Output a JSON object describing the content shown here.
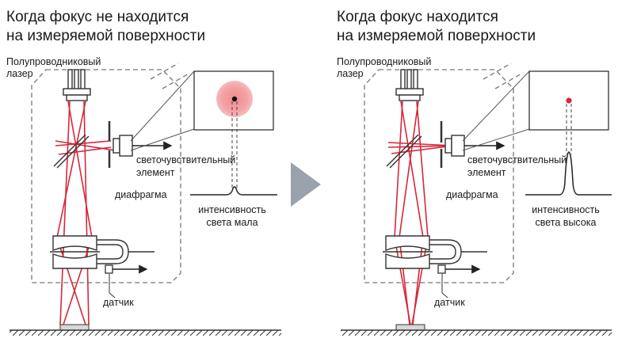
{
  "left_panel": {
    "title_line1": "Когда фокус не находится",
    "title_line2": "на измеряемой поверхности",
    "laser_line1": "Полупроводниковый",
    "laser_line2": "лазер",
    "element_line1": "светочувствительный",
    "element_line2": "элемент",
    "diaphragm": "диафрагма",
    "intensity_line1": "интенсивность",
    "intensity_line2": "света мала",
    "sensor": "датчик"
  },
  "right_panel": {
    "title_line1": "Когда фокус находится",
    "title_line2": "на измеряемой поверхности",
    "laser_line1": "Полупроводниковый",
    "laser_line2": "лазер",
    "element_line1": "светочувствительный",
    "element_line2": "элемент",
    "diaphragm": "диафрагма",
    "intensity_line1": "интенсивность",
    "intensity_line2": "света высока",
    "sensor": "датчик"
  },
  "colors": {
    "laser_beam": "#d6283a",
    "spot_glow": "#f3a0a3",
    "arrow": "#9aa3ab",
    "line": "#333333",
    "housing_dash": "#777777"
  }
}
